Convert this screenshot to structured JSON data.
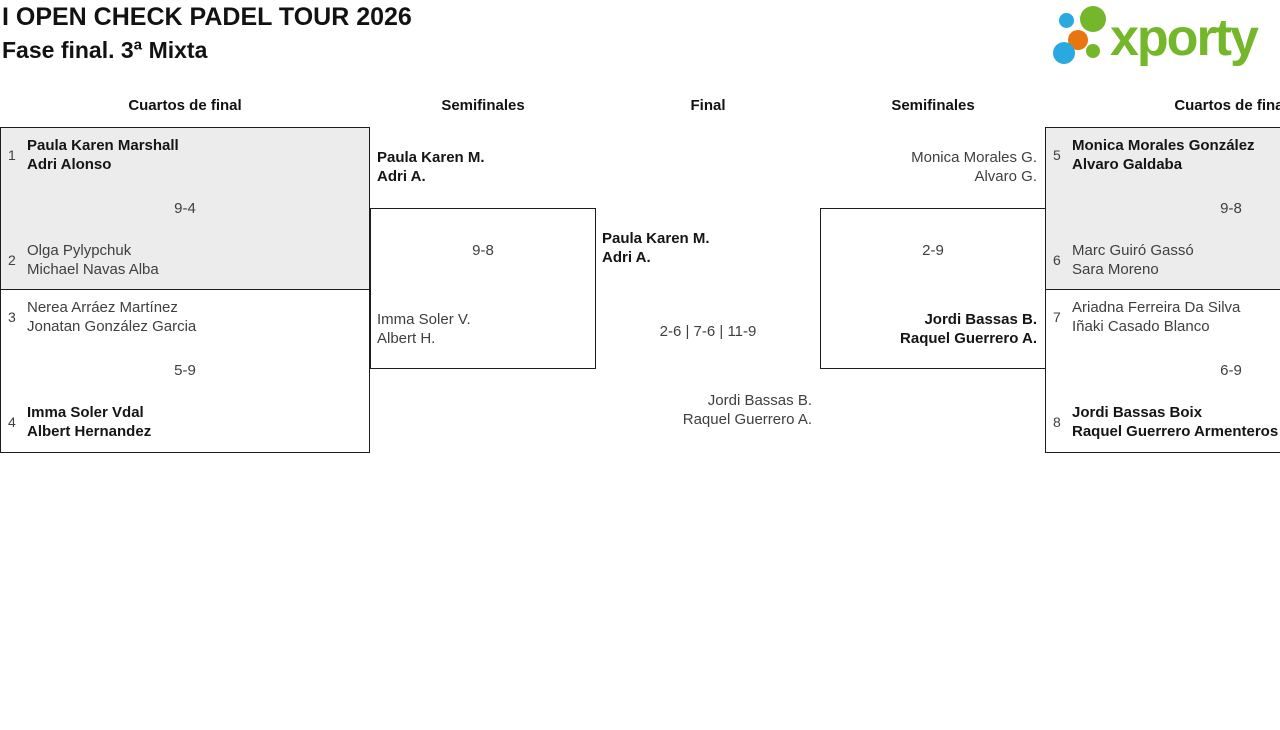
{
  "header": {
    "title": "I OPEN CHECK PADEL TOUR 2026",
    "subtitle": "Fase final. 3ª Mixta"
  },
  "logo": {
    "text": "xporty",
    "colors": {
      "green": "#74b72a",
      "blue": "#2aa9e0",
      "orange": "#e8750f"
    }
  },
  "rounds": [
    "Cuartos de final",
    "Semifinales",
    "Final",
    "Semifinales",
    "Cuartos de final"
  ],
  "matches": {
    "qf1": {
      "seed1": "1",
      "team1_line1": "Paula Karen Marshall",
      "team1_line2": "Adri Alonso",
      "score": "9-4",
      "seed2": "2",
      "team2_line1": "Olga Pylypchuk",
      "team2_line2": "Michael Navas Alba"
    },
    "qf2": {
      "seed1": "3",
      "team1_line1": "Nerea Arráez Martínez",
      "team1_line2": "Jonatan González Garcia",
      "score": "5-9",
      "seed2": "4",
      "team2_line1": "Imma Soler Vdal",
      "team2_line2": "Albert Hernandez"
    },
    "sf1": {
      "team1_line1": "Paula Karen M.",
      "team1_line2": "Adri A.",
      "score": "9-8",
      "team2_line1": "Imma Soler V.",
      "team2_line2": "Albert H."
    },
    "final": {
      "team1_line1": "Paula Karen M.",
      "team1_line2": "Adri A.",
      "score": "2-6 | 7-6 | 11-9",
      "team2_line1": "Jordi Bassas B.",
      "team2_line2": "Raquel Guerrero A."
    },
    "sf2": {
      "team1_line1": "Monica Morales G.",
      "team1_line2": "Alvaro G.",
      "score": "2-9",
      "team2_line1": "Jordi Bassas B.",
      "team2_line2": "Raquel Guerrero A."
    },
    "qf3": {
      "seed1": "5",
      "team1_line1": "Monica Morales González",
      "team1_line2": "Alvaro Galdaba",
      "score": "9-8",
      "seed2": "6",
      "team2_line1": "Marc Guiró Gassó",
      "team2_line2": "Sara Moreno"
    },
    "qf4": {
      "seed1": "7",
      "team1_line1": "Ariadna Ferreira Da Silva",
      "team1_line2": "Iñaki Casado Blanco",
      "score": "6-9",
      "seed2": "8",
      "team2_line1": "Jordi Bassas Boix",
      "team2_line2": "Raquel Guerrero Armenteros"
    }
  }
}
